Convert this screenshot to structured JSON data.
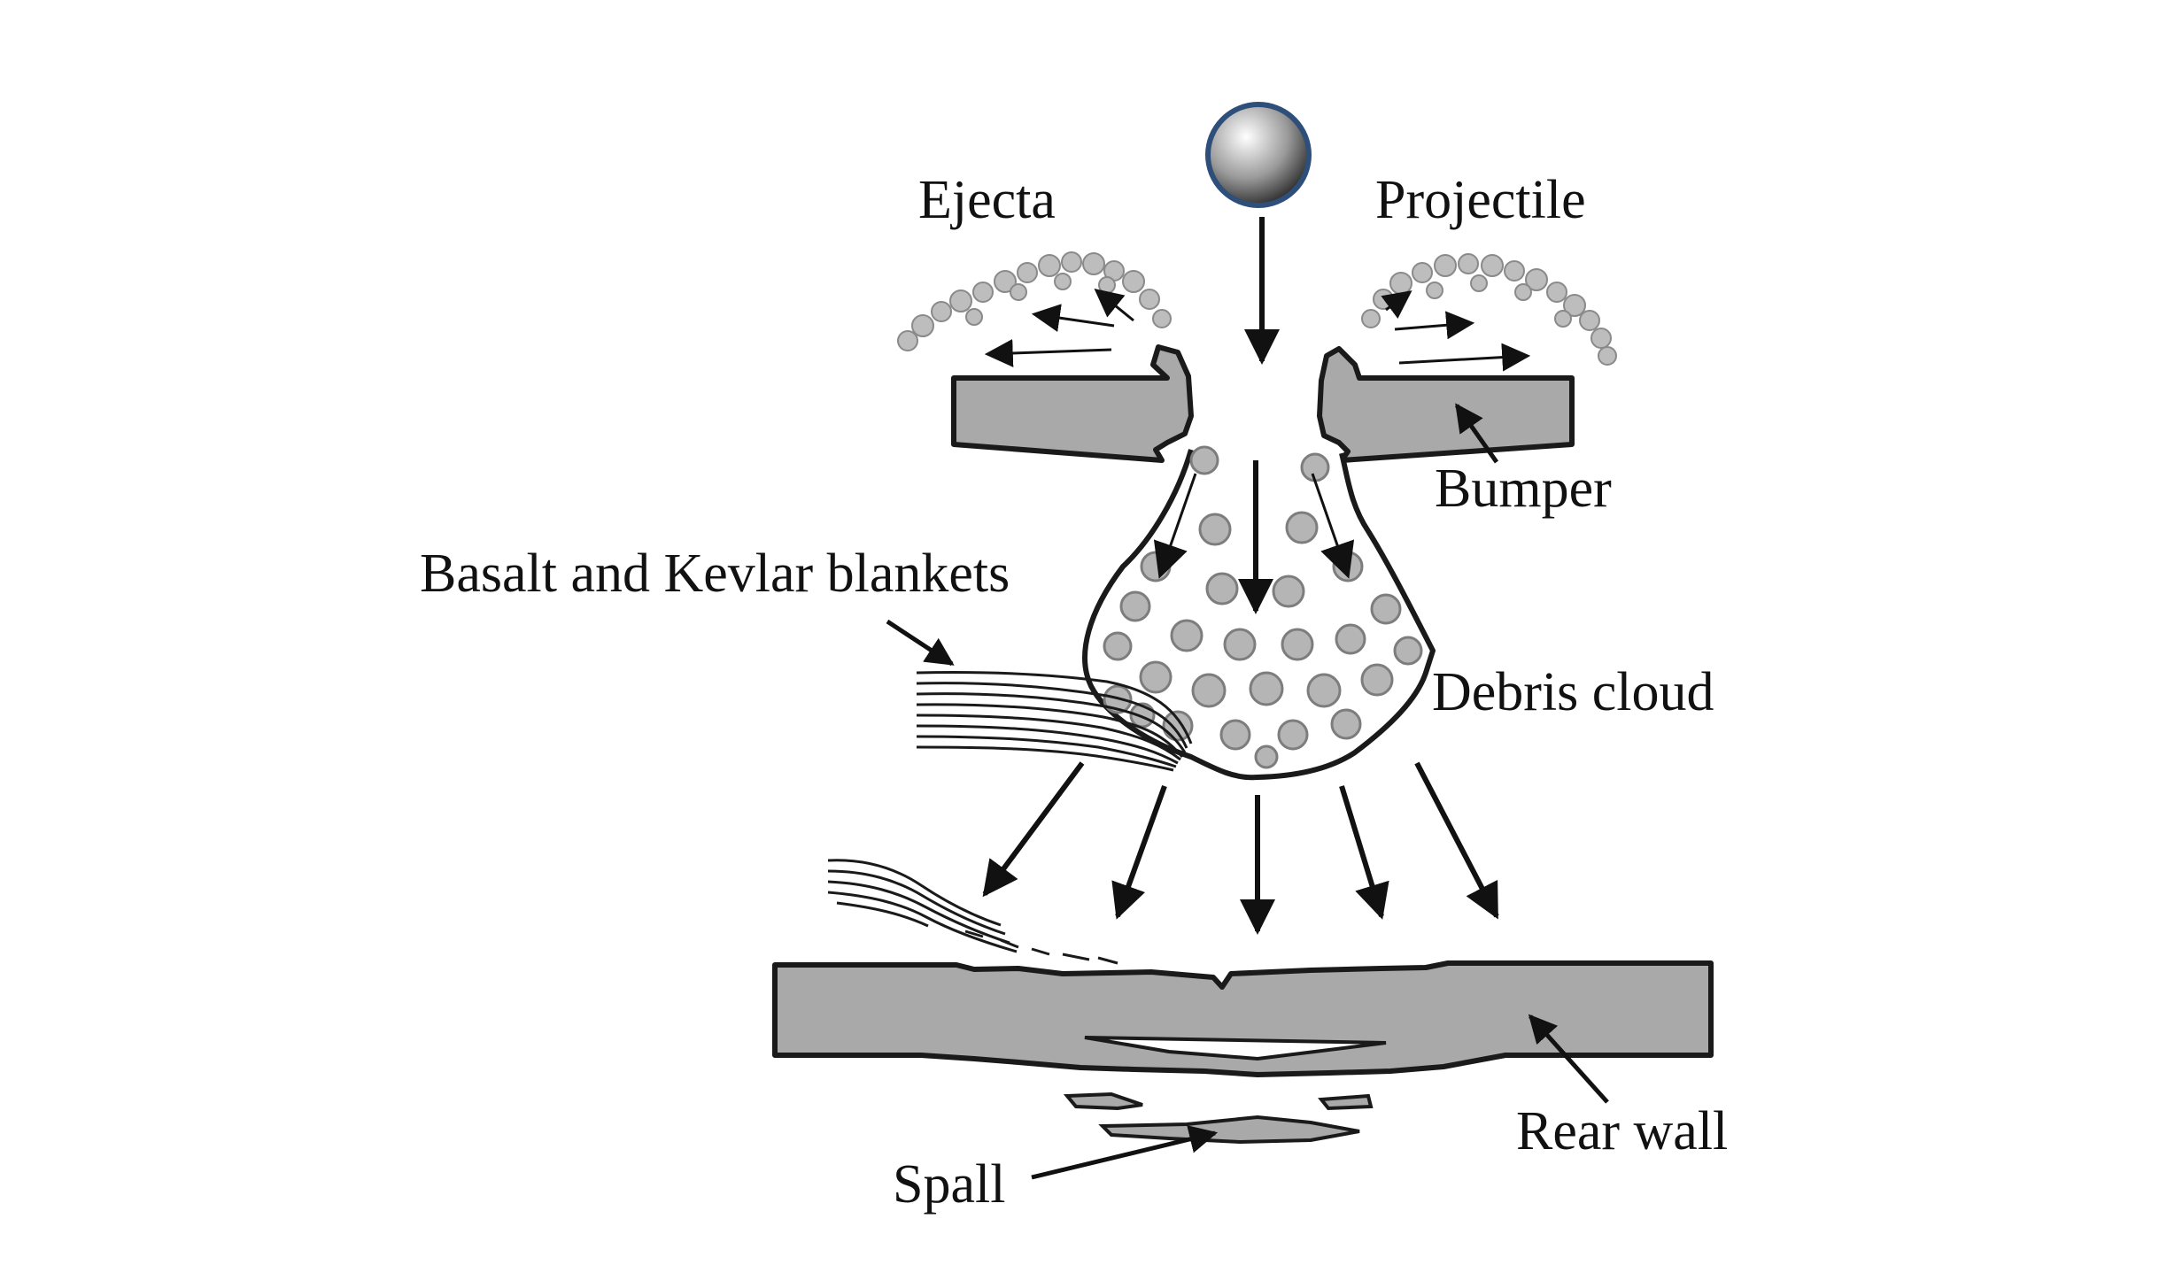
{
  "diagram": {
    "labels": {
      "ejecta": "Ejecta",
      "projectile": "Projectile",
      "bumper": "Bumper",
      "blankets": "Basalt and Kevlar blankets",
      "debris_cloud": "Debris cloud",
      "rear_wall": "Rear wall",
      "spall": "Spall"
    },
    "colors": {
      "plate_fill": "#a9a9a9",
      "outline": "#1a1a1a",
      "arrow": "#111111",
      "particle": "#9a9a9a",
      "projectile_rim": "#2d4f7a"
    }
  }
}
